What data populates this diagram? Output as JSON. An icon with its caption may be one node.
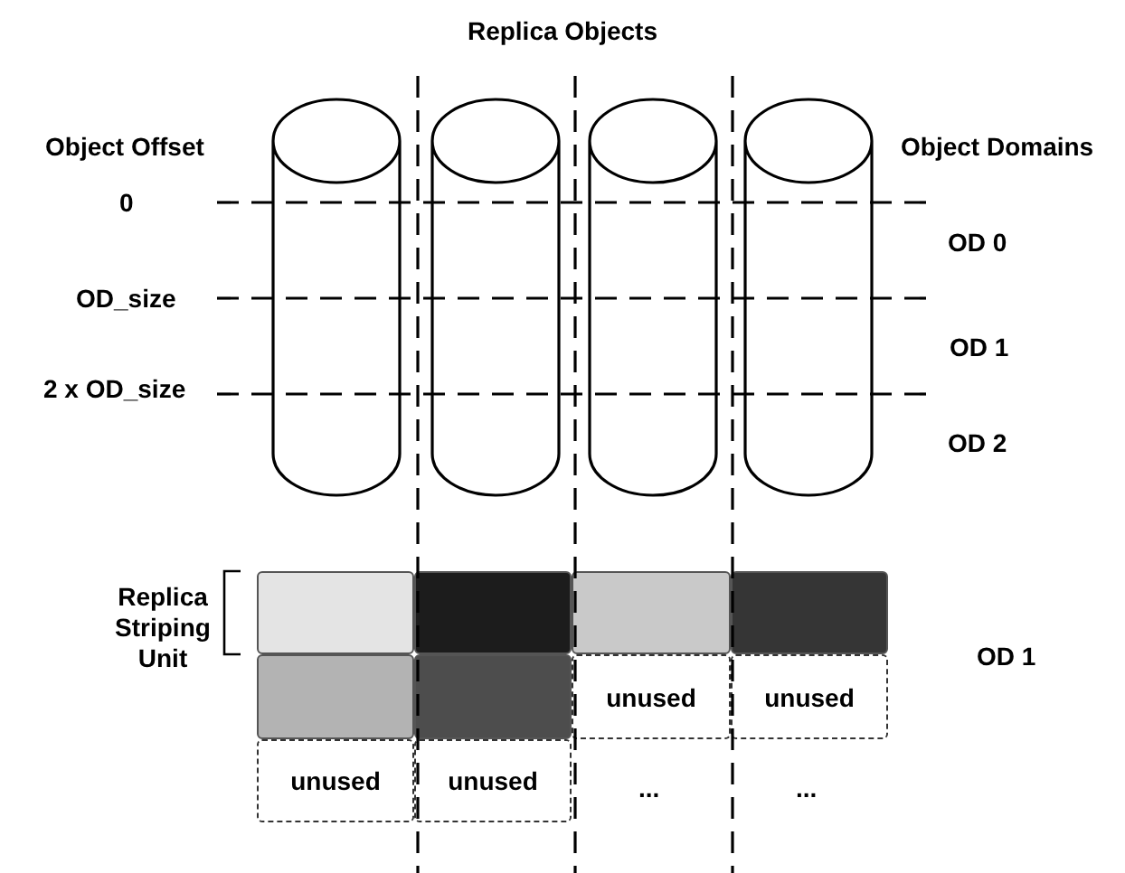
{
  "diagram": {
    "title": "Replica Objects",
    "nodes": [
      {
        "text": [],
        "shape": "cylinder"
      },
      {
        "text": [],
        "shape": "cylinder"
      },
      {
        "text": [],
        "shape": "cylinder"
      },
      {
        "text": [],
        "shape": "cylinder"
      },
      {
        "text": [],
        "shape": "box"
      },
      {
        "text": [],
        "shape": "box"
      },
      {
        "text": [],
        "shape": "box"
      },
      {
        "text": [],
        "shape": "box"
      },
      {
        "text": [],
        "shape": "box"
      },
      {
        "text": [],
        "shape": "box"
      },
      {
        "text": [
          "unused"
        ]
      },
      {
        "text": [
          "unused"
        ]
      },
      {
        "text": [
          "unused"
        ]
      },
      {
        "text": [
          "unused"
        ]
      }
    ],
    "edges": [],
    "labels": [
      "Object Offset",
      "Object Domains",
      "0",
      "OD 0",
      "OD_size",
      "OD 1",
      "2 x OD_size",
      "OD 2",
      "Replica Striping Unit",
      "OD 1",
      "...",
      "..."
    ]
  }
}
